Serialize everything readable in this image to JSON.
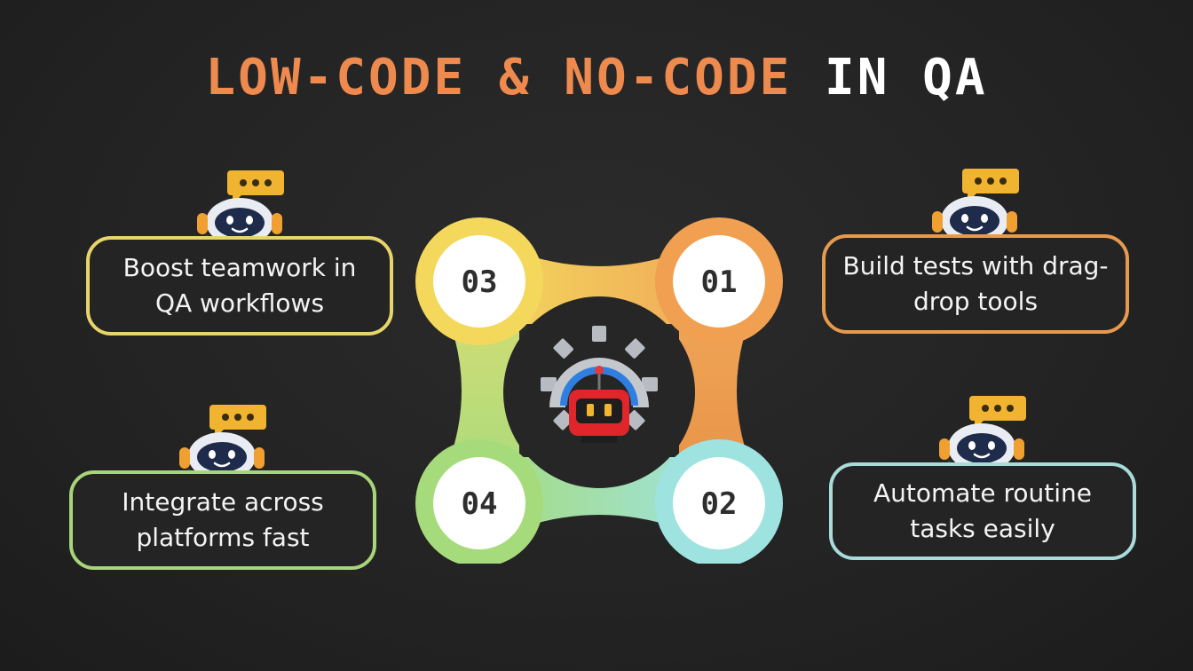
{
  "title": {
    "part1": "LOW-CODE & NO-CODE",
    "part2": "IN QA"
  },
  "steps": [
    {
      "number": "01",
      "text": "Build tests with drag-drop tools",
      "color": "#e79a4e"
    },
    {
      "number": "02",
      "text": "Automate routine tasks easily",
      "color": "#a9dcd9"
    },
    {
      "number": "03",
      "text": "Boost teamwork in QA workflows",
      "color": "#e8d56a"
    },
    {
      "number": "04",
      "text": "Integrate across platforms fast",
      "color": "#a8d47a"
    }
  ],
  "colors": {
    "background": "#232323",
    "title_accent": "#ef8a4f",
    "title_white": "#ffffff"
  },
  "icons": {
    "center": "gear-robot-icon",
    "cards": "robot-chat-icon"
  }
}
